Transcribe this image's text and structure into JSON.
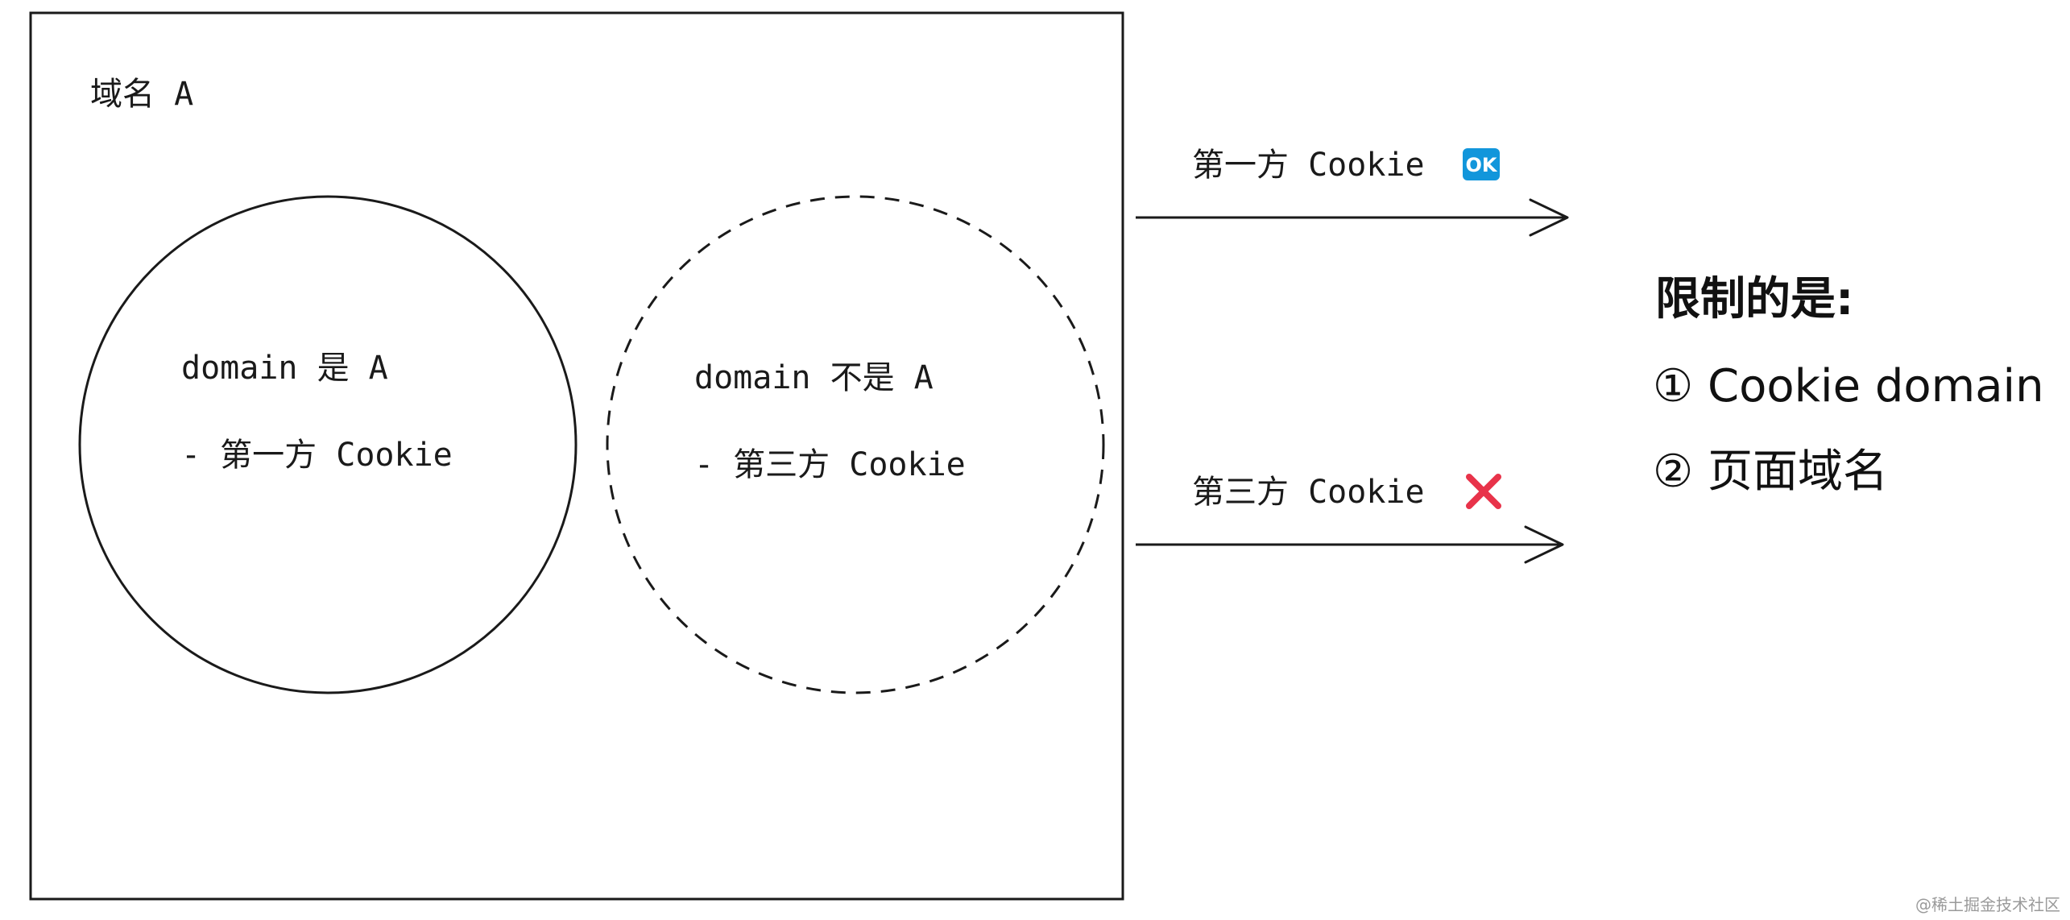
{
  "domain_box": {
    "label": "域名 A"
  },
  "first_party_circle": {
    "line1": "domain 是 A",
    "line2": "- 第一方 Cookie"
  },
  "third_party_circle": {
    "line1": "domain 不是 A",
    "line2": "- 第三方 Cookie"
  },
  "first_party_arrow": {
    "label": "第一方 Cookie",
    "badge_text": "OK",
    "badge_color": "#1296db"
  },
  "third_party_arrow": {
    "label": "第三方 Cookie",
    "mark_icon": "cross-mark-icon",
    "mark_color": "#e8334a"
  },
  "notes": {
    "title": "限制的是:",
    "item1": "① Cookie domain",
    "item2": "② 页面域名"
  },
  "watermark": "@稀土掘金技术社区"
}
